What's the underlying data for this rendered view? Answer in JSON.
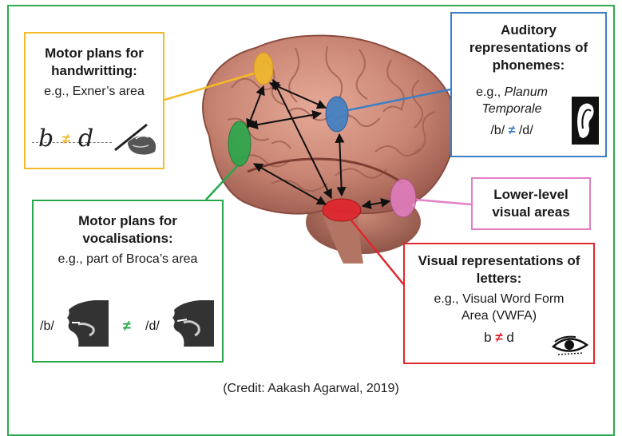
{
  "colors": {
    "frame": "#2eaa4f",
    "yellow": "#f2bb27",
    "green": "#24a84a",
    "blue": "#3d7fc4",
    "pink": "#e37fc4",
    "red": "#e0262e",
    "brain": "#c98573"
  },
  "handwriting_box": {
    "title_line1": "Motor plans for",
    "title_line2": "handwritting:",
    "example": "e.g., Exner’s area",
    "letter_b": "b",
    "neq": "≠",
    "letter_d": "d",
    "icon": "hand-writing-pen-icon"
  },
  "vocal_box": {
    "title_line1": "Motor plans for",
    "title_line2": "vocalisations:",
    "example": "e.g., part of Broca’s area",
    "phoneme_b": "/b/",
    "neq": "≠",
    "phoneme_d": "/d/",
    "icon": "head-profile-speaking-icon"
  },
  "auditory_box": {
    "title_line1": "Auditory",
    "title_line2": "representations of",
    "title_line3": "phonemes:",
    "example_prefix": "e.g.,",
    "example_italic1": "Planum",
    "example_italic2": "Temporale",
    "phoneme_b": "/b/",
    "neq": "≠",
    "phoneme_d": "/d/",
    "icon": "ear-icon"
  },
  "lower_visual_box": {
    "title_line1": "Lower-level",
    "title_line2": "visual areas"
  },
  "visual_letters_box": {
    "title_line1": "Visual representations of",
    "title_line2": "letters:",
    "example_line1": "e.g., Visual Word Form",
    "example_line2": "Area (VWFA)",
    "letter_b": "b",
    "neq": "≠",
    "letter_d": "d",
    "icon": "eye-icon"
  },
  "credit": "(Credit: Aakash Agarwal, 2019)"
}
